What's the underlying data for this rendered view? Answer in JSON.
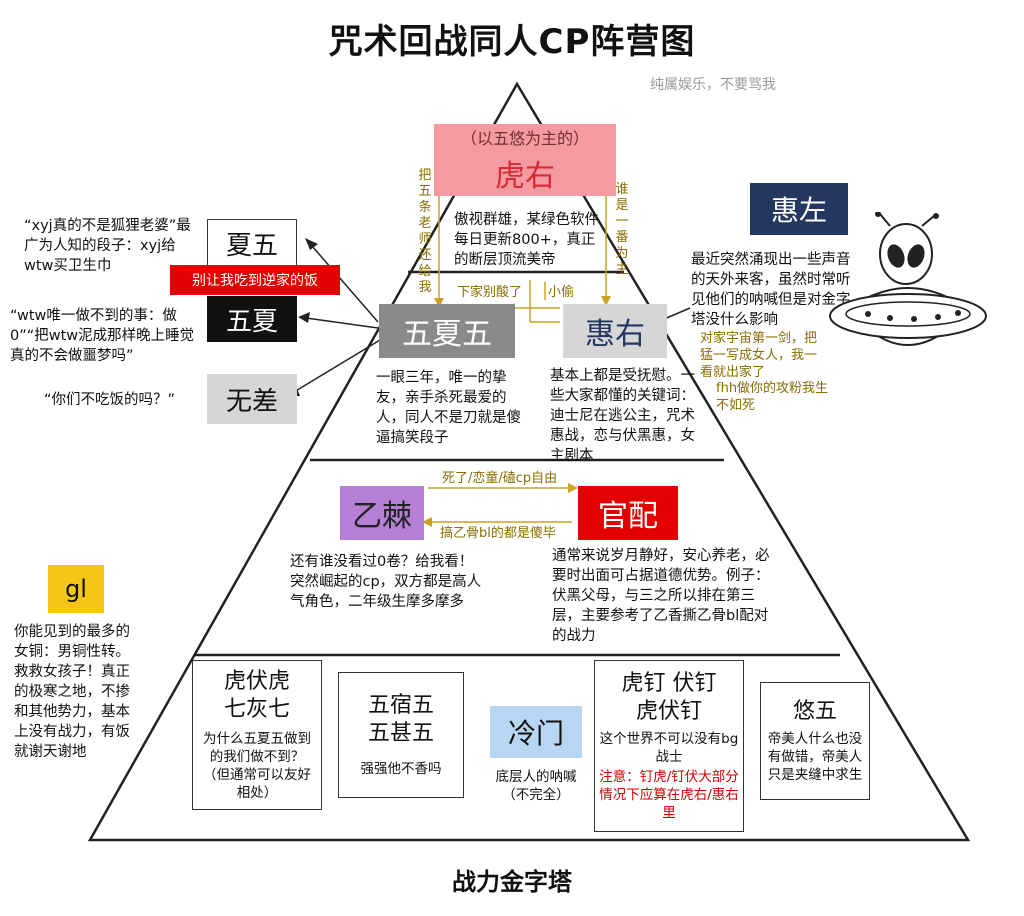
{
  "title": "咒术回战同人CP阵营图",
  "subtitle": "纯属娱乐，不要骂我",
  "bottom_title": "战力金字塔",
  "colors": {
    "pink": "#f59aa0",
    "gray": "#8a8a8a",
    "lightgray": "#d6d6d6",
    "red": "#e20000",
    "purple": "#b57fd6",
    "blue": "#b6d6f2",
    "navy": "#23375f",
    "yellow": "#f5c518"
  },
  "tier1": {
    "paren": "（以五悠为主的）",
    "label": "虎右",
    "desc": "傲视群雄，某绿色软件每日更新800+，真正的断层顶流美帝",
    "left_vertical": "把五条老师还给我",
    "right_vertical": "谁是一番为主"
  },
  "tier2": {
    "wuxiawu": "五夏五",
    "wuxiawu_desc": "一眼三年，唯一的挚友，亲手杀死最爱的人，同人不是刀就是傻逼搞笑段子",
    "huiyou": "惠右",
    "huiyou_desc": "基本上都是受抚慰。一些大家都懂的关键词：迪士尼在逃公主，咒术惠战，恋与伏黑惠，女主剧本",
    "arrow_left_label": "下家别酸了",
    "arrow_right_label": "小偷"
  },
  "left_side": {
    "xiawu": "夏五",
    "xiawu_quote": "“xyj真的不是狐狸老婆”最广为人知的段子：xyj给wtw买卫生巾",
    "banner": "别让我吃到逆家的饭",
    "wuxia": "五夏",
    "wuxia_quote": "“wtw唯一做不到的事：做0”“把wtw泥成那样晚上睡觉真的不会做噩梦吗”",
    "wucha": "无差",
    "wucha_quote": "“你们不吃饭的吗？”"
  },
  "right_side": {
    "huizuo": "惠左",
    "huizuo_desc": "最近突然涌现出一些声音的天外来客，虽然时常听见他们的呐喊但是对金字塔没什么影响",
    "huizuo_note": "对家宇宙第一剑，把猛一写成女人，我一看就出家了",
    "huizuo_note2": "fhh做你的攻粉我生不如死"
  },
  "tier3": {
    "yiji": "乙棘",
    "yiji_desc": "还有谁没看过0卷？给我看！突然崛起的cp，双方都是高人气角色，二年级生摩多摩多",
    "guanpei": "官配",
    "guanpei_desc": "通常来说岁月静好，安心养老，必要时出面可占据道德优势。例子：伏黑父母，与三之所以排在第三层，主要参考了乙香撕乙骨bl配对的战力",
    "arrow_top": "死了/恋童/磕cp自由",
    "arrow_bottom": "搞乙骨bl的都是傻毕"
  },
  "gl": {
    "label": "gl",
    "desc": "你能见到的最多的女铜：男铜性转。救救女孩子！真正的极寒之地，不掺和其他势力，基本上没有战力，有饭就谢天谢地"
  },
  "tier4": {
    "box1_title1": "虎伏虎",
    "box1_title2": "七灰七",
    "box1_desc": "为什么五夏五做到的我们做不到？（但通常可以友好相处）",
    "box2_title1": "五宿五",
    "box2_title2": "五甚五",
    "box2_desc": "强强他不香吗",
    "lengmen": "冷门",
    "lengmen_desc": "底层人的呐喊（不完全）",
    "box3_title1": "虎钉 伏钉",
    "box3_title2": "虎伏钉",
    "box3_desc": "这个世界不可以没有bg战士",
    "box3_note": "注意：钉虎/钉伏大部分情况下应算在虎右/惠右里",
    "box4_title": "悠五",
    "box4_desc": "帝美人什么也没有做错，帝美人只是夹缝中求生"
  }
}
